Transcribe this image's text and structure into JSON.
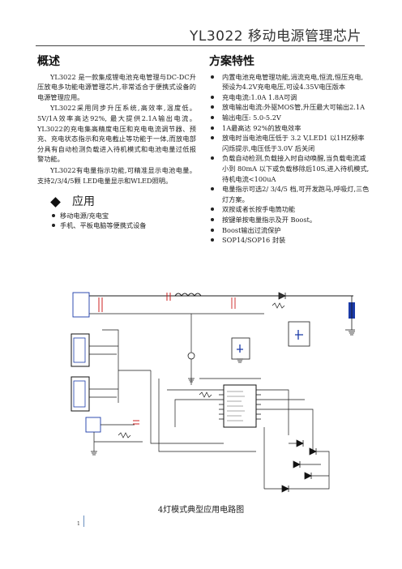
{
  "header": {
    "title": "YL3022 移动电源管理芯片"
  },
  "overview": {
    "heading": "概述",
    "paragraphs": [
      "YL3022 是一款集成锂电池充电管理与DC-DC升压放电多功能电源管理芯片,非常适合于便携式设备的电源管理应用。",
      "YL3022采用同步升压系统,高效率,温度低。5V/1A效率高达92%, 最大提供2.1A输出电流。YL3022的充电集高精度电压和充电电流调节器、预充、充电状态指示和充电截止等功能于一体,而放电部分具有自动检测负载进入待机模式和电池电量过低报警功能。",
      "YL3022有电量指示功能,可精准显示电池电量。支持2/3/4/5颗 LED电量显示和WLED照明。"
    ]
  },
  "application": {
    "heading": "应用",
    "items": [
      "移动电源/充电宝",
      "手机、平板电脑等便携式设备"
    ]
  },
  "features": {
    "heading": "方案特性",
    "items": [
      "内置电池充电管理功能,涓流充电,恒流,恒压充电,预设为4.2V充电电压,可设4.35V电压版本",
      "充电电流:1.0A 1.8A可调",
      "放电输出电流:外驱MOS管,升压最大可输出2.1A",
      "输出电压: 5.0-5.2V",
      "1A最高达 92%的放电效率",
      "放电时当电池电压低于 3.2 V,LED1 以1HZ频率闪烁提示,电压低于3.0V 后关闭",
      "负载自动检测,负载接入时自动唤醒,当负载电流减小到 80mA 以下或负载移除后10S,进入待机模式,待机电流<100uA",
      "电量指示可选2/ 3/4/5 档,可开发跑马,呼吸灯,三色灯方案。",
      "双按或者长按手电筒功能",
      "按键单按电量指示及开 Boost。",
      "Boost输出过流保护",
      "SOP14/SOP16 封装"
    ]
  },
  "figure": {
    "caption": "4灯模式典型应用电路图"
  },
  "page_number": "1"
}
